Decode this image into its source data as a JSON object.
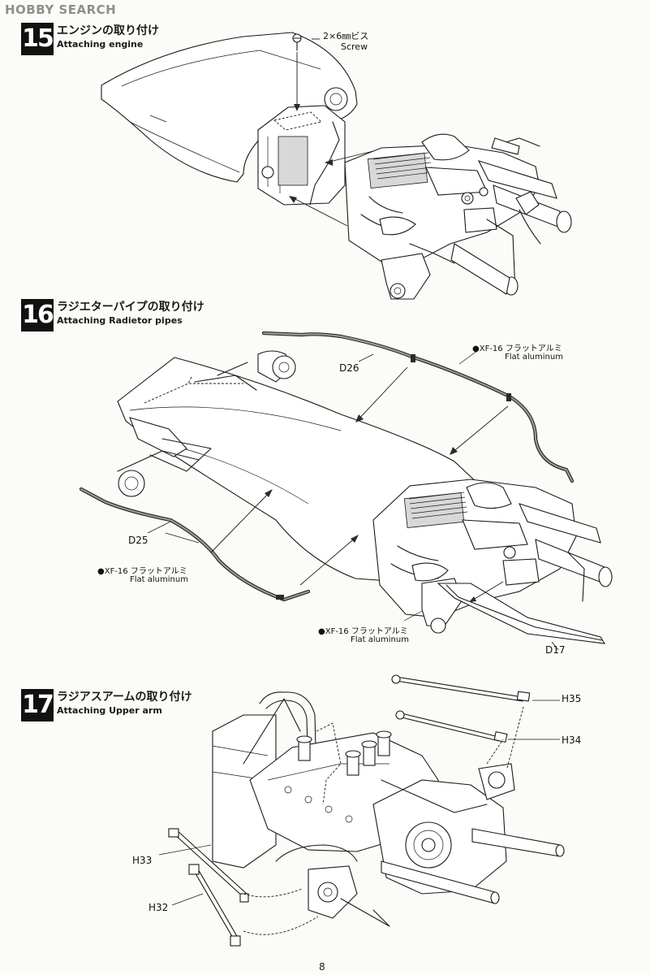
{
  "watermark": "HOBBY SEARCH",
  "steps": [
    {
      "number": "15",
      "title_jp": "エンジンの取り付け",
      "title_en": "Attaching engine"
    },
    {
      "number": "16",
      "title_jp": "ラジエターパイプの取り付け",
      "title_en": "Attaching Radietor pipes"
    },
    {
      "number": "17",
      "title_jp": "ラジアスアームの取り付け",
      "title_en": "Attaching Upper arm"
    }
  ],
  "step15": {
    "screw_jp": "2×6㎜ビス",
    "screw_en": "Screw"
  },
  "step16": {
    "parts": [
      "D26",
      "D25",
      "D17"
    ],
    "paint_notes": [
      {
        "code": "●XF-16 フラットアルミ",
        "en": "Flat aluminum"
      },
      {
        "code": "●XF-16 フラットアルミ",
        "en": "Flat aluminum"
      },
      {
        "code": "●XF-16 フラットアルミ",
        "en": "Flat aluminum"
      }
    ]
  },
  "step17": {
    "parts": [
      "H35",
      "H34",
      "H33",
      "H32"
    ]
  },
  "page_number": "8"
}
